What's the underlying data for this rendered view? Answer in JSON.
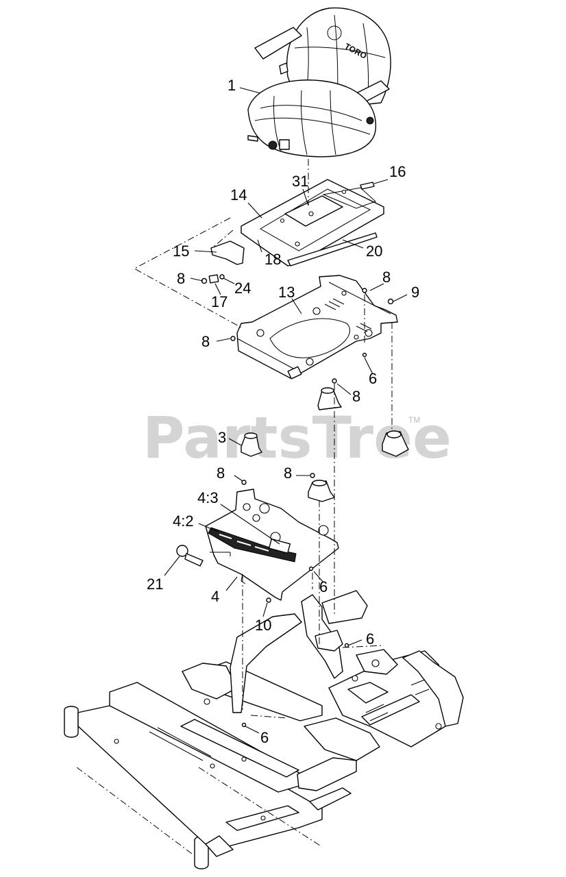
{
  "watermark": {
    "text": "PartsTree",
    "trademark": "TM"
  },
  "seat_logo": "TORO",
  "callouts": [
    {
      "id": "c1",
      "label": "1"
    },
    {
      "id": "c31",
      "label": "31"
    },
    {
      "id": "c16",
      "label": "16"
    },
    {
      "id": "c14",
      "label": "14"
    },
    {
      "id": "c15",
      "label": "15"
    },
    {
      "id": "c18",
      "label": "18"
    },
    {
      "id": "c20",
      "label": "20"
    },
    {
      "id": "c8a",
      "label": "8"
    },
    {
      "id": "c24",
      "label": "24"
    },
    {
      "id": "c17",
      "label": "17"
    },
    {
      "id": "c8b",
      "label": "8"
    },
    {
      "id": "c9",
      "label": "9"
    },
    {
      "id": "c13",
      "label": "13"
    },
    {
      "id": "c8c",
      "label": "8"
    },
    {
      "id": "c6a",
      "label": "6"
    },
    {
      "id": "c8d",
      "label": "8"
    },
    {
      "id": "c3",
      "label": "3"
    },
    {
      "id": "c8e",
      "label": "8"
    },
    {
      "id": "c8f",
      "label": "8"
    },
    {
      "id": "c43",
      "label": "4:3"
    },
    {
      "id": "c42",
      "label": "4:2"
    },
    {
      "id": "c21",
      "label": "21"
    },
    {
      "id": "c4",
      "label": "4"
    },
    {
      "id": "c6b",
      "label": "6"
    },
    {
      "id": "c10",
      "label": "10"
    },
    {
      "id": "c6c",
      "label": "6"
    },
    {
      "id": "c6d",
      "label": "6"
    }
  ]
}
